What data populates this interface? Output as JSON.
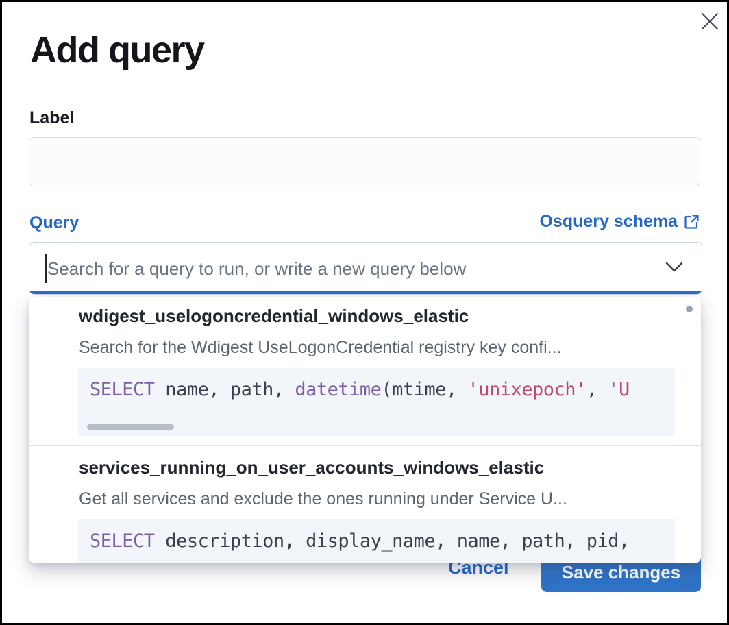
{
  "modal": {
    "title": "Add query"
  },
  "label_field": {
    "label": "Label",
    "value": ""
  },
  "query_field": {
    "label": "Query",
    "schema_link_label": "Osquery schema",
    "search_placeholder": "Search for a query to run, or write a new query below"
  },
  "dropdown": {
    "options": [
      {
        "name": "wdigest_uselogoncredential_windows_elastic",
        "description": "Search for the Wdigest UseLogonCredential registry key confi...",
        "code_tokens": [
          {
            "type": "keyword",
            "text": "SELECT"
          },
          {
            "type": "plain",
            "text": " name, path, "
          },
          {
            "type": "keyword",
            "text": "datetime"
          },
          {
            "type": "plain",
            "text": "(mtime, "
          },
          {
            "type": "string",
            "text": "'unixepoch'"
          },
          {
            "type": "plain",
            "text": ", "
          },
          {
            "type": "string",
            "text": "'U"
          }
        ]
      },
      {
        "name": "services_running_on_user_accounts_windows_elastic",
        "description": "Get all services and exclude the ones running under Service U...",
        "code_tokens": [
          {
            "type": "keyword",
            "text": "SELECT"
          },
          {
            "type": "plain",
            "text": " description, display_name, name, path, pid,"
          }
        ]
      }
    ]
  },
  "footer": {
    "cancel_label": "Cancel",
    "save_label": "Save changes"
  },
  "icons": {
    "close": "x-cross",
    "schema_link": "external-link-popout",
    "combobox_toggle": "chevron-down"
  },
  "colors": {
    "accent_blue": "#2467c9",
    "save_button_blue": "#2f73c7",
    "focus_underline_blue": "#2c6cc6",
    "code_keyword_purple": "#7b5fa5",
    "code_string_red": "#bb4a6e",
    "code_background": "#f2f5fa"
  }
}
